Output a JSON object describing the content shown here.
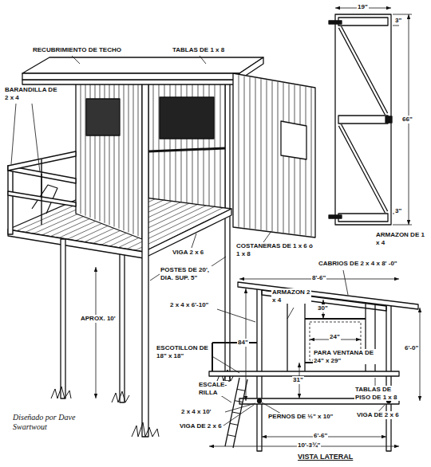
{
  "diagram": {
    "labels": [
      "RECUBRIMIENTO DE TECHO",
      "TABLAS DE 1 x 8",
      "BARANDILLA DE 2 x 4",
      "VIGA 2 x 6",
      "COSTANERAS DE 1 x 6 ó 1 x 8",
      "POSTES DE 20', DIA. SUP. 5\"",
      "APROX. 10'",
      "Diseñado por Dave Swartwout",
      "19\"",
      "3\"",
      "66\"",
      "3\"",
      "ARMAZON DE 1 x 4",
      "CABRIOS DE 2 x 4 x 8' -0\"",
      "8'-6\"",
      "ARMAZON 2 x 4",
      "2 x 4 x 6'-10\"",
      "84\"",
      "30\"",
      "24\"",
      "6'-0\"",
      "ESCOTILLON DE 18\" x 18\"",
      "PARA VENTANA DE 24\" x 29\"",
      "31\"",
      "ESCALE-RILLA",
      "TABLAS DE PISO DE 1 x 8",
      "2 x 4 x 10'",
      "PERNOS DE ½\" x 10\"",
      "VIGA DE 2 x 6",
      "6'-6\"",
      "VIGA DE 2 x 6",
      "10'-3¾\"",
      "VISTA LATERAL"
    ]
  }
}
